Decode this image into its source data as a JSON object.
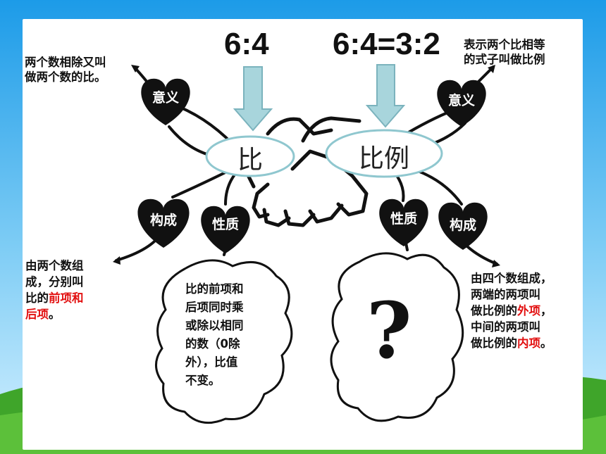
{
  "ratio_title": "6:4",
  "proportion_title": "6:4=3:2",
  "left": {
    "center_label": "比",
    "meaning_heart": "意义",
    "meaning_text_line1": "两个数相除又叫",
    "meaning_text_line2": "做两个数的比。",
    "composition_heart": "构成",
    "composition_line1": "由两个数组",
    "composition_line2": "成，分别叫",
    "composition_line3_a": "比的",
    "composition_line3_red": "前项和",
    "composition_line4_red": "后项",
    "composition_line4_b": "。",
    "property_heart": "性质",
    "property_line1": "比的前项和",
    "property_line2": "后项同时乘",
    "property_line3": "或除以相同",
    "property_line4": "的数（0除",
    "property_line5": "外），比值",
    "property_line6": "不变。"
  },
  "right": {
    "center_label": "比例",
    "meaning_heart": "意义",
    "meaning_text_line1": "表示两个比相等",
    "meaning_text_line2": "的式子叫做比例",
    "property_heart": "性质",
    "property_unknown": "?",
    "composition_heart": "构成",
    "composition_line1": "由四个数组成，",
    "composition_line2": "两端的两项叫",
    "composition_line3_a": "做比例的",
    "composition_line3_red": "外项",
    "composition_line3_b": "，",
    "composition_line4": "中间的两项叫",
    "composition_line5_a": "做比例的",
    "composition_line5_red": "内项",
    "composition_line5_b": "。"
  },
  "colors": {
    "sky_top": "#2ea9ef",
    "grass": "#3fa52a",
    "arrow_fill": "#a8d5dc",
    "heart": "#111111",
    "highlight": "#e21010"
  }
}
